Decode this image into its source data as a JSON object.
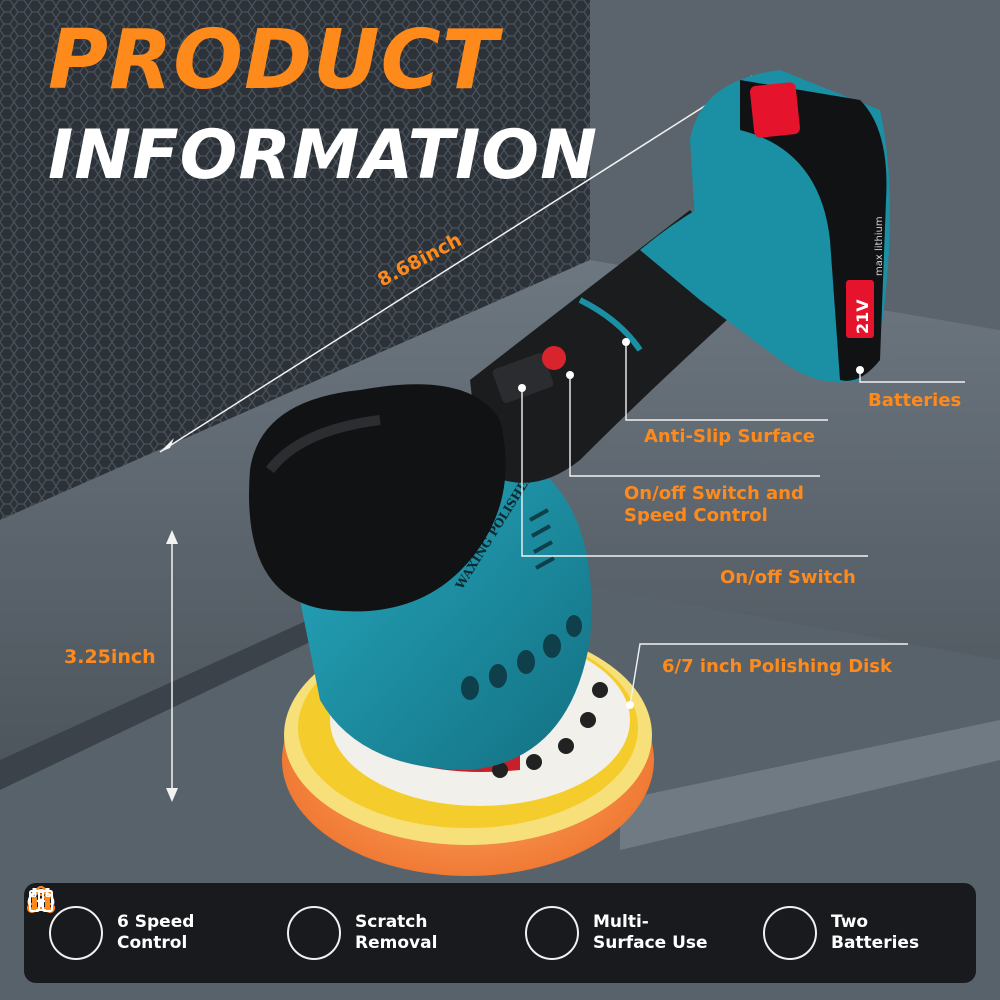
{
  "header": {
    "title_line1": "PRODUCT",
    "title_line2": "INFORMATION"
  },
  "dimensions": {
    "length": "8.68inch",
    "height": "3.25inch"
  },
  "product": {
    "label_disk": "WAXING POLISHER",
    "battery_voltage": "21V",
    "battery_text": "max lithium"
  },
  "callouts": {
    "batteries": "Batteries",
    "anti_slip": "Anti-Slip Surface",
    "switch_speed": "On/off Switch and Speed Control",
    "switch": "On/off Switch",
    "disk": "6/7 inch Polishing Disk"
  },
  "features": [
    {
      "label": "6 Speed Control",
      "icon": "speed-gauge-icon"
    },
    {
      "label": "Scratch Removal",
      "icon": "polisher-icon"
    },
    {
      "label": "Multi-Surface Use",
      "icon": "cycle-icon"
    },
    {
      "label": "Two Batteries",
      "icon": "battery-icon"
    }
  ],
  "colors": {
    "accent_orange": "#ff8a1c",
    "title_white": "#ffffff",
    "tool_teal": "#1b8fa3",
    "tool_black": "#1a1a1a",
    "pad_orange": "#ff8a4a",
    "pad_yellow": "#f5d23a",
    "battery_red": "#e5132b"
  }
}
